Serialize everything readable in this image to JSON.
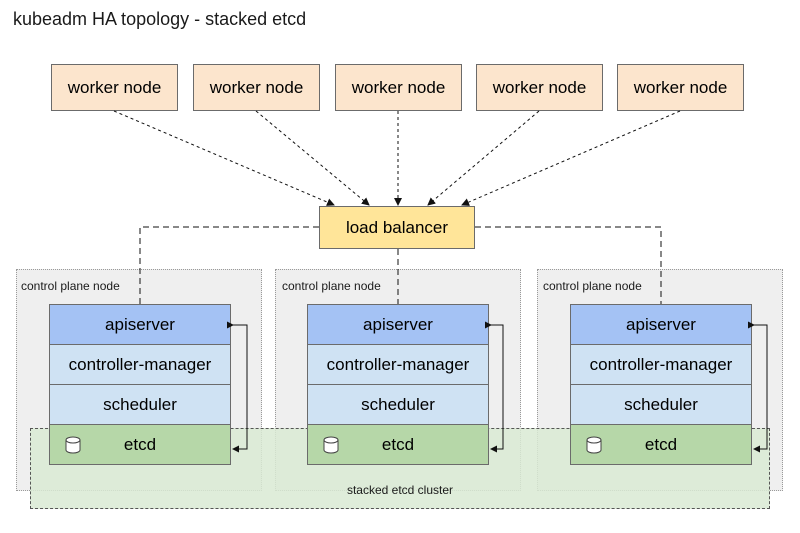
{
  "title": "kubeadm HA topology - stacked etcd",
  "worker_nodes": [
    {
      "label": "worker node"
    },
    {
      "label": "worker node"
    },
    {
      "label": "worker node"
    },
    {
      "label": "worker node"
    },
    {
      "label": "worker node"
    }
  ],
  "load_balancer": {
    "label": "load balancer"
  },
  "control_plane_nodes": [
    {
      "label": "control plane node",
      "components": {
        "apiserver": "apiserver",
        "controller_manager": "controller-manager",
        "scheduler": "scheduler",
        "etcd": "etcd"
      }
    },
    {
      "label": "control plane node",
      "components": {
        "apiserver": "apiserver",
        "controller_manager": "controller-manager",
        "scheduler": "scheduler",
        "etcd": "etcd"
      }
    },
    {
      "label": "control plane node",
      "components": {
        "apiserver": "apiserver",
        "controller_manager": "controller-manager",
        "scheduler": "scheduler",
        "etcd": "etcd"
      }
    }
  ],
  "etcd_cluster": {
    "label": "stacked etcd cluster"
  },
  "colors": {
    "worker_fill": "#fce5cd",
    "load_balancer_fill": "#ffe599",
    "apiserver_fill": "#a4c2f4",
    "component_fill": "#cfe2f3",
    "etcd_fill": "#b6d7a8",
    "etcd_cluster_fill": "#d9ead3",
    "control_plane_fill": "#efefef"
  },
  "icons": {
    "etcd": "database-icon"
  }
}
